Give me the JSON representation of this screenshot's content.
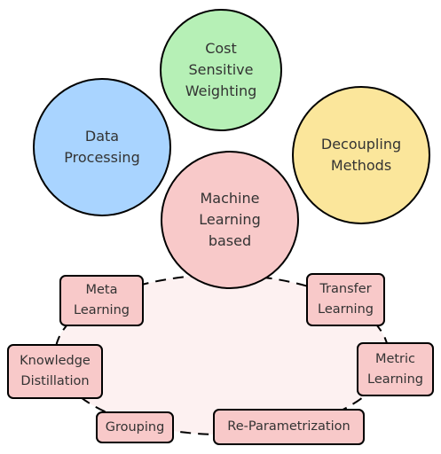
{
  "circles": {
    "cost": {
      "label": "Cost\nSensitive\nWeighting",
      "fill": "#b6f0b6"
    },
    "data": {
      "label": "Data\nProcessing",
      "fill": "#a9d4ff"
    },
    "decoupling": {
      "label": "Decoupling\nMethods",
      "fill": "#fbe69b"
    },
    "machine": {
      "label": "Machine\nLearning\nbased",
      "fill": "#f8c9c9"
    }
  },
  "methods": {
    "meta": "Meta\nLearning",
    "transfer": "Transfer\nLearning",
    "knowledge": "Knowledge\nDistillation",
    "metric": "Metric\nLearning",
    "grouping": "Grouping",
    "reparam": "Re-Parametrization"
  },
  "ellipse_fill": "#fdf1f1"
}
